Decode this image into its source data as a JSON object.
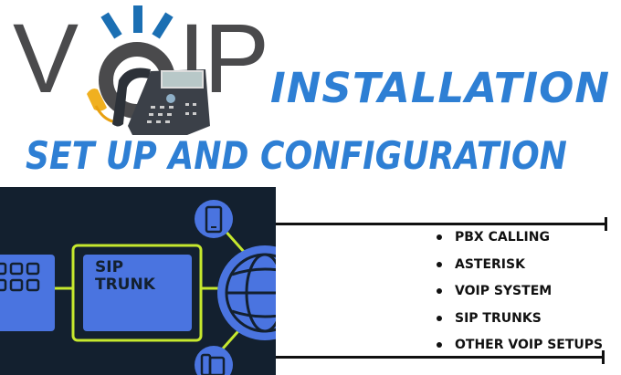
{
  "logo": {
    "text_v": "V",
    "text_ip": "IP",
    "wordmark": "VoIP",
    "signal_color": "#1b6fb3"
  },
  "headings": {
    "line1": "INSTALLATION",
    "line2": "SET UP AND CONFIGURATION",
    "color": "#2e7fd4"
  },
  "diagram": {
    "sip_label_1": "SIP",
    "sip_label_2": "TRUNK",
    "background": "#13202f",
    "box_color": "#4a74e0",
    "connector_color": "#c6e82e",
    "icons": [
      "keypad-icon",
      "mobile-phone-icon",
      "globe-icon",
      "desk-phone-icon"
    ]
  },
  "services": [
    {
      "label": "PBX CALLING"
    },
    {
      "label": "ASTERISK"
    },
    {
      "label": "VOIP SYSTEM"
    },
    {
      "label": "SIP TRUNKS"
    },
    {
      "label": "OTHER VOIP SETUPS"
    }
  ]
}
